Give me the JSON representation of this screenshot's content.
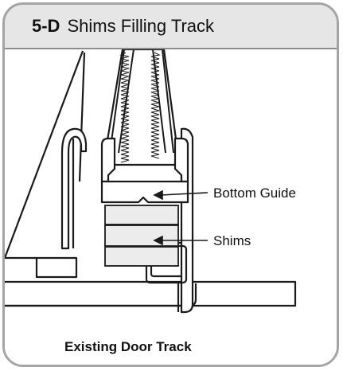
{
  "header": {
    "step": "5-D",
    "title": "Shims Filling Track"
  },
  "callouts": {
    "bottom_guide": "Bottom Guide",
    "shims": "Shims"
  },
  "caption": "Existing Door Track",
  "colors": {
    "panel_background": "#e6e6e6",
    "card_border": "#a4a4a4",
    "line": "#1a1a1a",
    "shim_fill": "#ececec"
  }
}
